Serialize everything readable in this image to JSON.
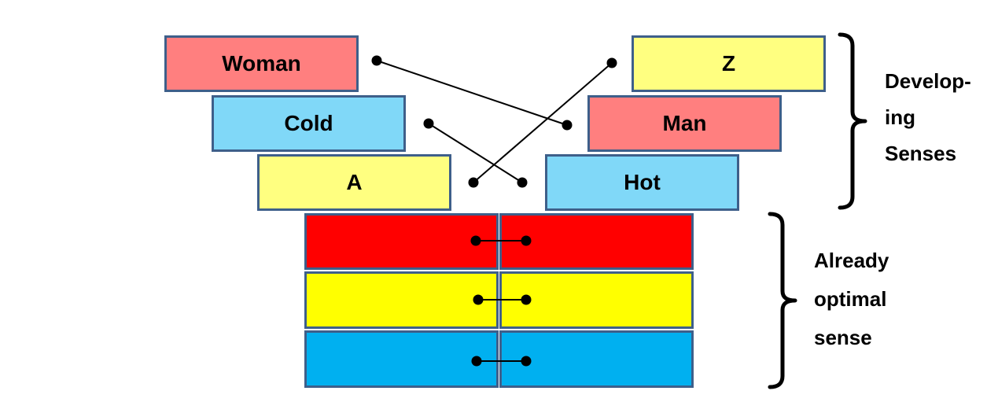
{
  "colors": {
    "pink": "#ff7f7f",
    "light_blue": "#80d8f8",
    "light_yellow": "#ffff80",
    "red": "#ff0000",
    "yellow": "#ffff00",
    "blue": "#00b0f0",
    "border": "#3e5f8a"
  },
  "left_column": [
    "Woman",
    "Cold",
    "A"
  ],
  "right_column": [
    "Z",
    "Man",
    "Hot"
  ],
  "connections": [
    [
      "Woman",
      "Man"
    ],
    [
      "Cold",
      "Hot"
    ],
    [
      "A",
      "Z"
    ]
  ],
  "bottom_rows": [
    "red",
    "yellow",
    "blue"
  ],
  "labels": {
    "developing_line1": "Develop-",
    "developing_line2": "ing",
    "developing_line3": "Senses",
    "optimal_line1": "Already",
    "optimal_line2": "optimal",
    "optimal_line3": "sense"
  }
}
